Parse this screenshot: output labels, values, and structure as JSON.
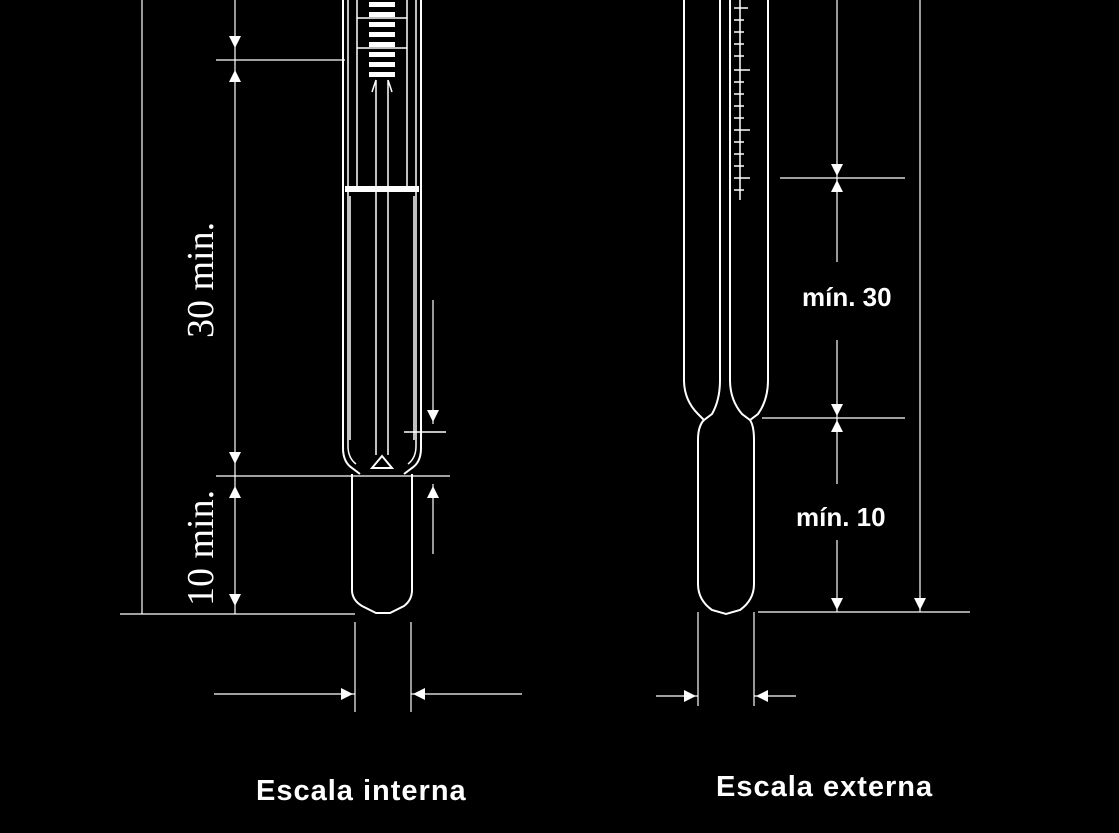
{
  "internal": {
    "caption": "Escala interna",
    "dim_upper": "30 min.",
    "dim_lower": "10 min."
  },
  "external": {
    "caption": "Escala externa",
    "dim_upper": "mín. 30",
    "dim_lower": "mín. 10"
  },
  "colors": {
    "background": "#000000",
    "ink": "#ffffff"
  }
}
